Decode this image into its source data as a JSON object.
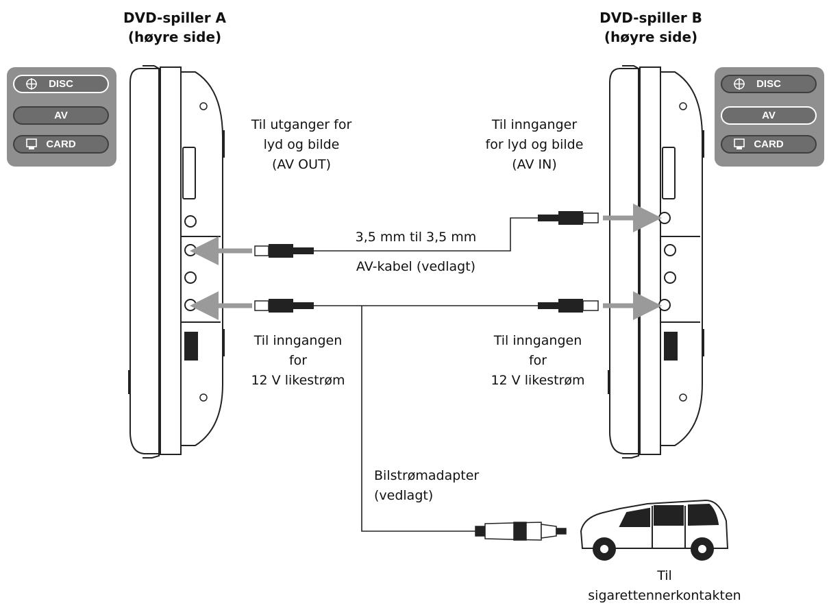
{
  "titles": {
    "player_a": [
      "DVD-spiller A",
      "(høyre side)"
    ],
    "player_b": [
      "DVD-spiller B",
      "(høyre side)"
    ]
  },
  "mode_panel_a": {
    "buttons": [
      {
        "label": "DISC",
        "icon": "disc-icon",
        "active": true
      },
      {
        "label": "AV",
        "icon": "",
        "active": false
      },
      {
        "label": "CARD",
        "icon": "card-icon",
        "active": false
      }
    ]
  },
  "mode_panel_b": {
    "buttons": [
      {
        "label": "DISC",
        "icon": "disc-icon",
        "active": false
      },
      {
        "label": "AV",
        "icon": "",
        "active": true
      },
      {
        "label": "CARD",
        "icon": "card-icon",
        "active": false
      }
    ]
  },
  "labels": {
    "av_out": [
      "Til utganger for",
      "lyd og bilde",
      "(AV OUT)"
    ],
    "av_in": [
      "Til innganger",
      "for lyd og bilde",
      "(AV IN)"
    ],
    "cable_top": "3,5 mm til 3,5 mm",
    "cable_bottom": "AV-kabel (vedlagt)",
    "dc_in_a": [
      "Til inngangen",
      "for",
      "12 V likestrøm"
    ],
    "dc_in_b": [
      "Til inngangen",
      "for",
      "12 V likestrøm"
    ],
    "adapter": [
      "Bilstrømadapter",
      "(vedlagt)"
    ],
    "lighter": [
      "Til",
      "sigarettennerkontakten"
    ]
  },
  "colors": {
    "line": "#222222",
    "arrow": "#9a9a9a",
    "panel": "#8f8f8f"
  }
}
